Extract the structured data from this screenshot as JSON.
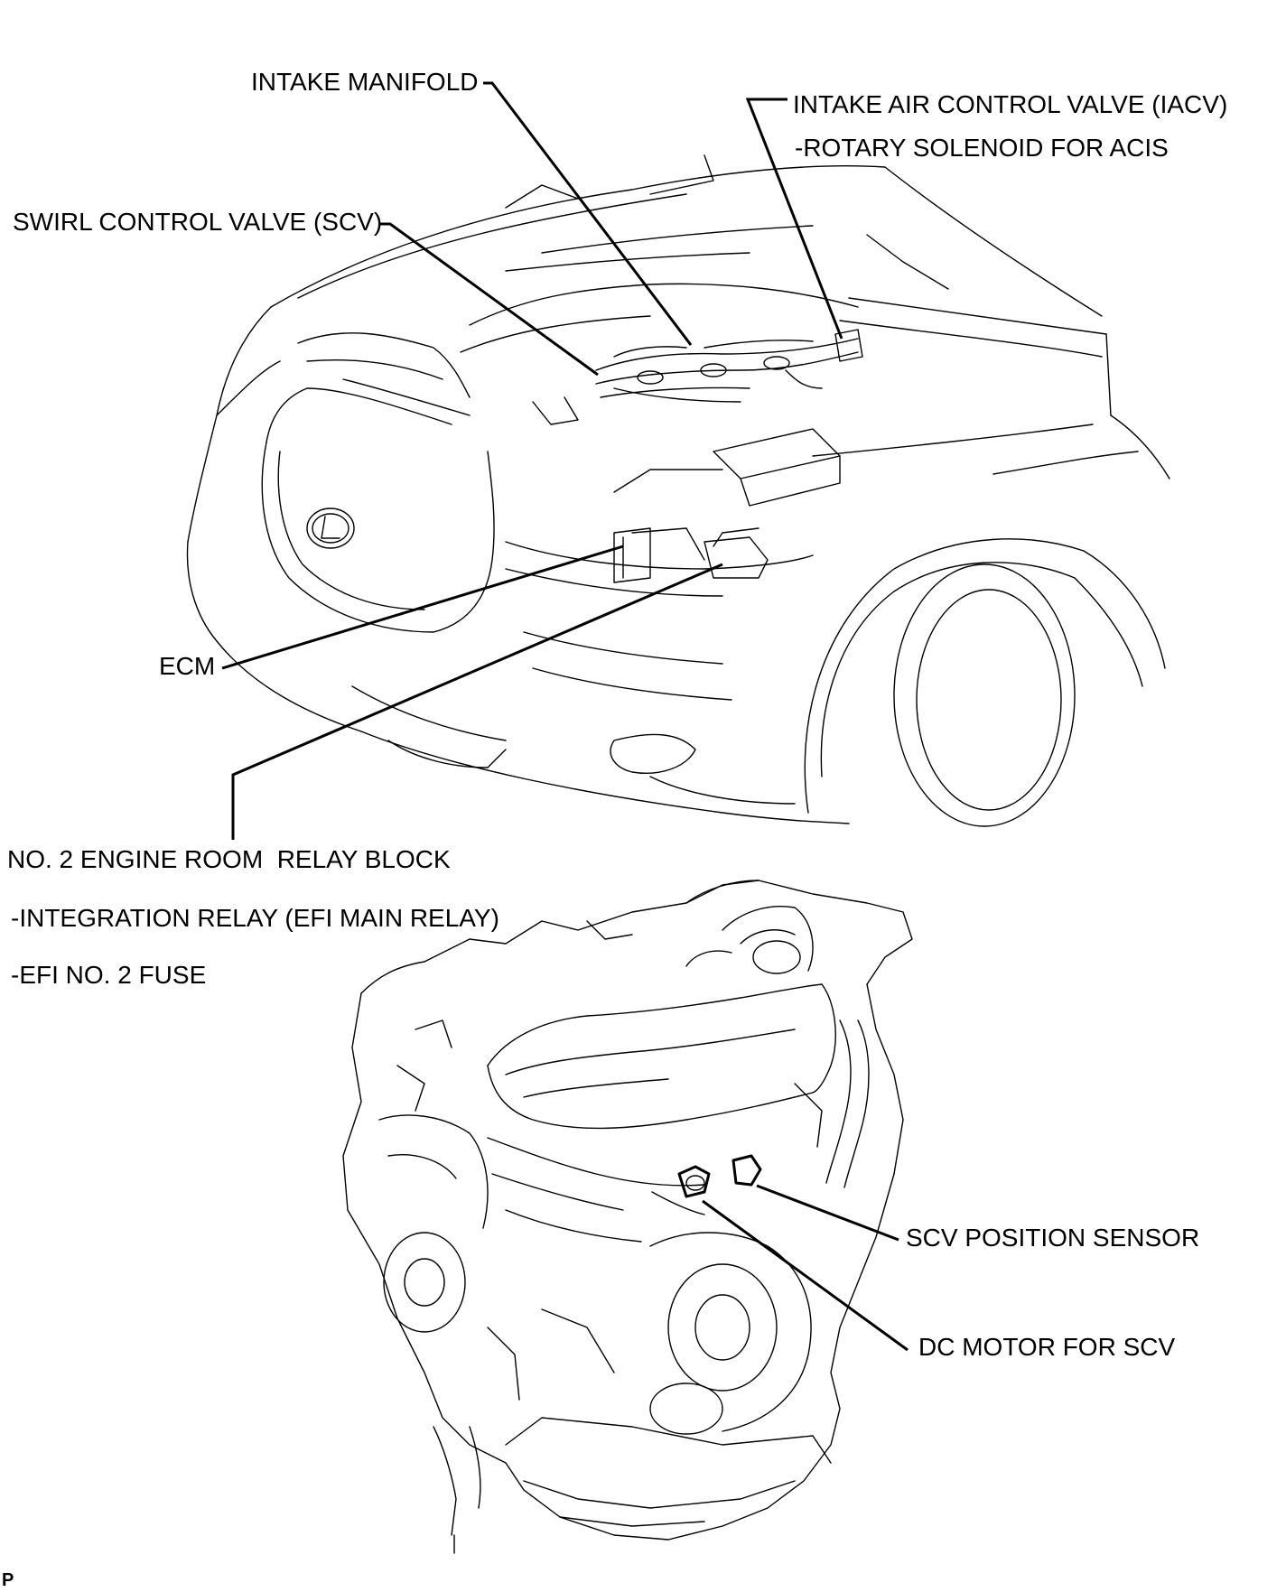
{
  "labels": {
    "intake_manifold": "INTAKE MANIFOLD",
    "iacv": "INTAKE AIR CONTROL VALVE (IACV)",
    "rotary_solenoid": "-ROTARY SOLENOID FOR ACIS",
    "scv": "SWIRL CONTROL VALVE (SCV)",
    "ecm": "ECM",
    "relay_block": "NO. 2 ENGINE ROOM  RELAY BLOCK",
    "integration_relay": "-INTEGRATION RELAY (EFI MAIN RELAY)",
    "efi_fuse": "-EFI NO. 2 FUSE",
    "scv_position_sensor": "SCV POSITION SENSOR",
    "dc_motor": "DC MOTOR FOR SCV",
    "corner_mark": "P"
  }
}
